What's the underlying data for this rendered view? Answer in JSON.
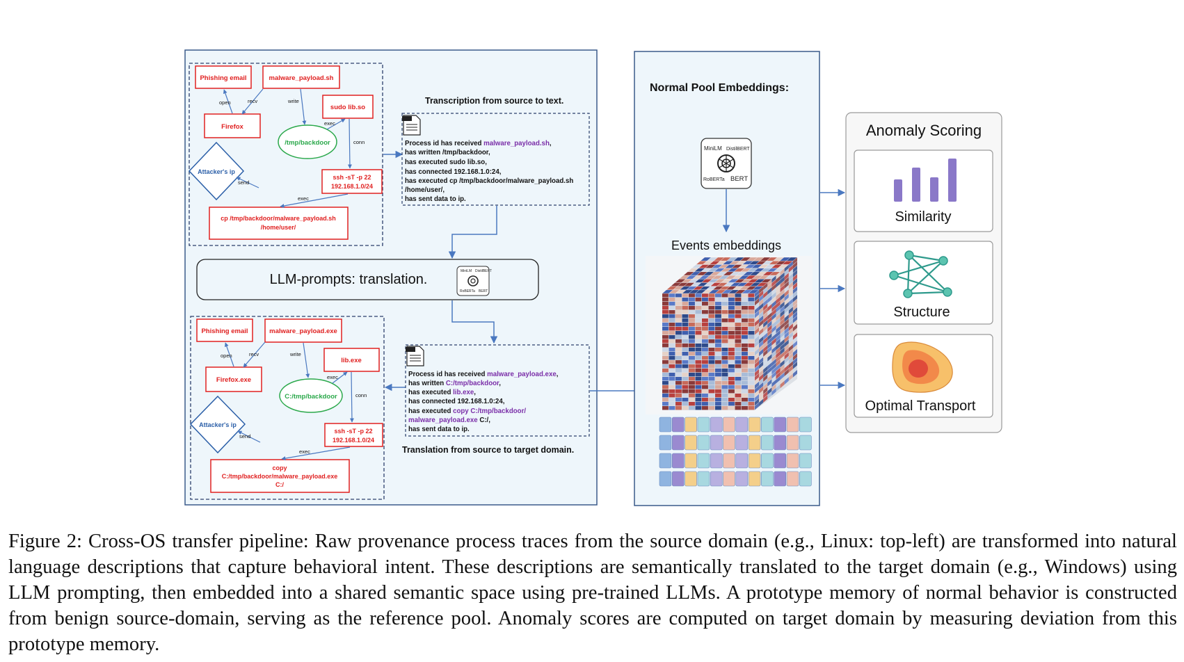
{
  "left_panel": {
    "top_graph": {
      "nodes": {
        "phishing": "Phishing email",
        "payload": "malware_payload.sh",
        "sudo": "sudo lib.so",
        "firefox": "Firefox",
        "tmp": "/tmp/backdoor",
        "attacker": "Attacker's ip",
        "ssh_line1": "ssh -sT -p 22",
        "ssh_line2": "192.168.1.0/24",
        "cp_line1": "cp /tmp/backdoor/malware_payload.sh",
        "cp_line2": "/home/user/"
      },
      "edges": {
        "open": "open",
        "recv": "recv",
        "write": "write",
        "exec_sudo": "exec",
        "conn": "conn",
        "send": "send",
        "exec_cp": "exec"
      }
    },
    "transcription_title": "Transcription from source to text.",
    "source_text": {
      "l1_pre": "Process id has received ",
      "l1_hl": "malware_payload.sh",
      "l1_post": ",",
      "l2": "has written /tmp/backdoor,",
      "l3": "has executed sudo lib.so,",
      "l4": "has connected 192.168.1.0:24,",
      "l5": "has executed cp /tmp/backdoor/malware_payload.sh",
      "l6": "/home/user/,",
      "l7": "has sent data to ip."
    },
    "llm_box": "LLM-prompts: translation.",
    "bottom_graph": {
      "nodes": {
        "phishing": "Phishing email",
        "payload": "malware_payload.exe",
        "lib": "lib.exe",
        "firefox": "Firefox.exe",
        "tmp": "C:/tmp/backdoor",
        "attacker": "Attacker's ip",
        "ssh_line1": "ssh -sT -p 22",
        "ssh_line2": "192.168.1.0/24",
        "copy_line1": "copy",
        "copy_line2": "C:/tmp/backdoor/malware_payload.exe",
        "copy_line3": "C:/"
      },
      "edges": {
        "open": "open",
        "recv": "recv",
        "write": "write",
        "exec_lib": "exec",
        "conn": "conn",
        "send": "send",
        "exec_copy": "exec"
      }
    },
    "target_text": {
      "l1_pre": "Process id has received ",
      "l1_hl": "malware_payload.exe",
      "l1_post": ",",
      "l2_pre": "has written ",
      "l2_hl": "C:/tmp/backdoor",
      "l2_post": ",",
      "l3_pre": "has executed ",
      "l3_hl": "lib.exe",
      "l3_post": ",",
      "l4": "has connected 192.168.1.0:24,",
      "l5_pre": "has executed ",
      "l5_hl": "copy C:/tmp/backdoor/",
      "l6_hl": "malware_payload.exe",
      "l6_post": "  C:/,",
      "l7": "has sent data to ip."
    },
    "translation_title": "Translation from source to target domain."
  },
  "middle_panel": {
    "title": "Normal Pool Embeddings:",
    "events_label": "Events embeddings",
    "model_badge": {
      "minilm": "MiniLM",
      "distilbert": "DistilBERT",
      "roberta": "RoBERTa",
      "bert": "BERT"
    }
  },
  "scoring": {
    "title": "Anomaly Scoring",
    "cards": [
      {
        "label": "Similarity"
      },
      {
        "label": "Structure"
      },
      {
        "label": "Optimal Transport"
      }
    ]
  },
  "caption": {
    "label": "Figure 2:",
    "text": "Cross-OS transfer pipeline: Raw provenance process traces from the source domain (e.g., Linux: top-left) are transformed into natural language descriptions that capture behavioral intent. These descriptions are semantically translated to the target domain (e.g., Windows) using LLM prompting, then embedded into a shared semantic space using pre-trained LLMs. A prototype memory of normal behavior is constructed from benign source-domain, serving as the reference pool. Anomaly scores are computed on target domain by measuring deviation from this prototype memory."
  },
  "colors": {
    "panel_bg": "#eef6fb",
    "node_red": "#e02020",
    "node_green": "#2aa84a",
    "node_blue": "#2b5fa8",
    "arrow": "#4a78c0",
    "highlight": "#7a2ea8",
    "bar_purple": "#8a78c8",
    "graph_teal": "#2e9a8c"
  }
}
